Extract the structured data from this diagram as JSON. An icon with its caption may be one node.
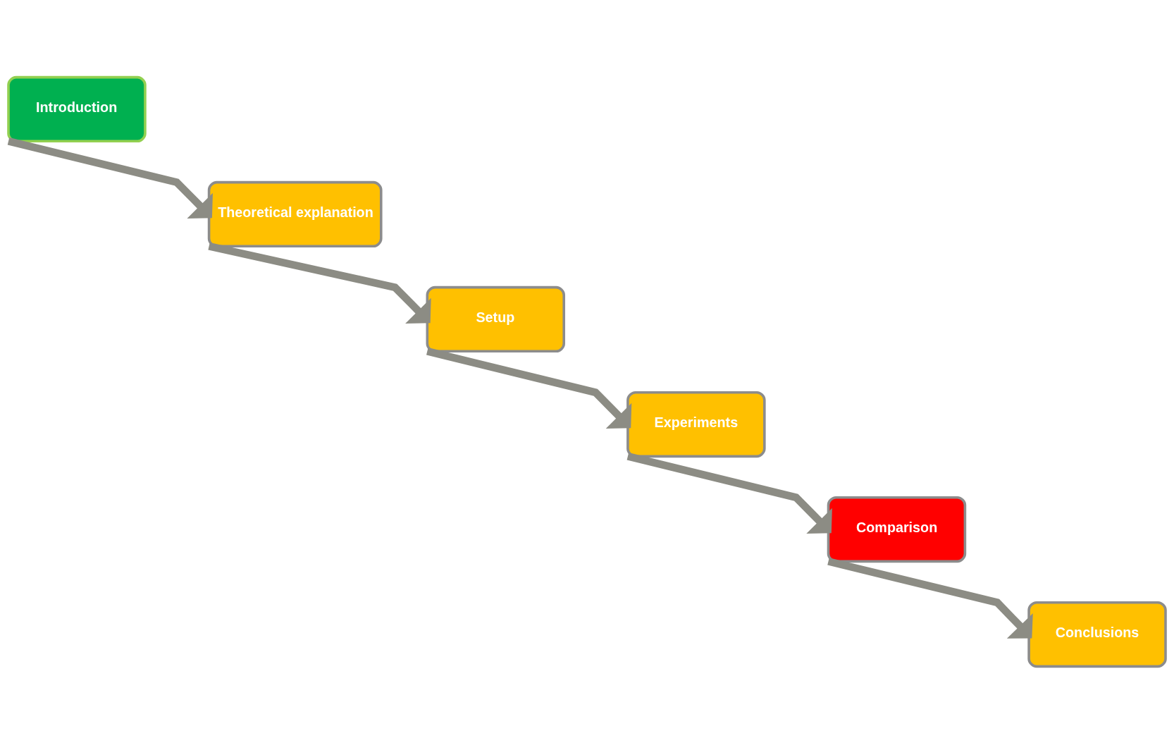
{
  "diagram": {
    "nodes": [
      {
        "text": [
          "Introduction"
        ]
      },
      {
        "text": [
          "Theoretical explanation"
        ]
      },
      {
        "text": [
          "Setup"
        ]
      },
      {
        "text": [
          "Experiments"
        ]
      },
      {
        "text": [
          "Comparison"
        ]
      },
      {
        "text": [
          "Conclusions"
        ]
      }
    ],
    "edges": [
      {
        "from": 0,
        "to": 1,
        "arrow": "to"
      },
      {
        "from": 1,
        "to": 2,
        "arrow": "to"
      },
      {
        "from": 2,
        "to": 3,
        "arrow": "to"
      },
      {
        "from": 3,
        "to": 4,
        "arrow": "to"
      },
      {
        "from": 4,
        "to": 5,
        "arrow": "to"
      }
    ]
  }
}
